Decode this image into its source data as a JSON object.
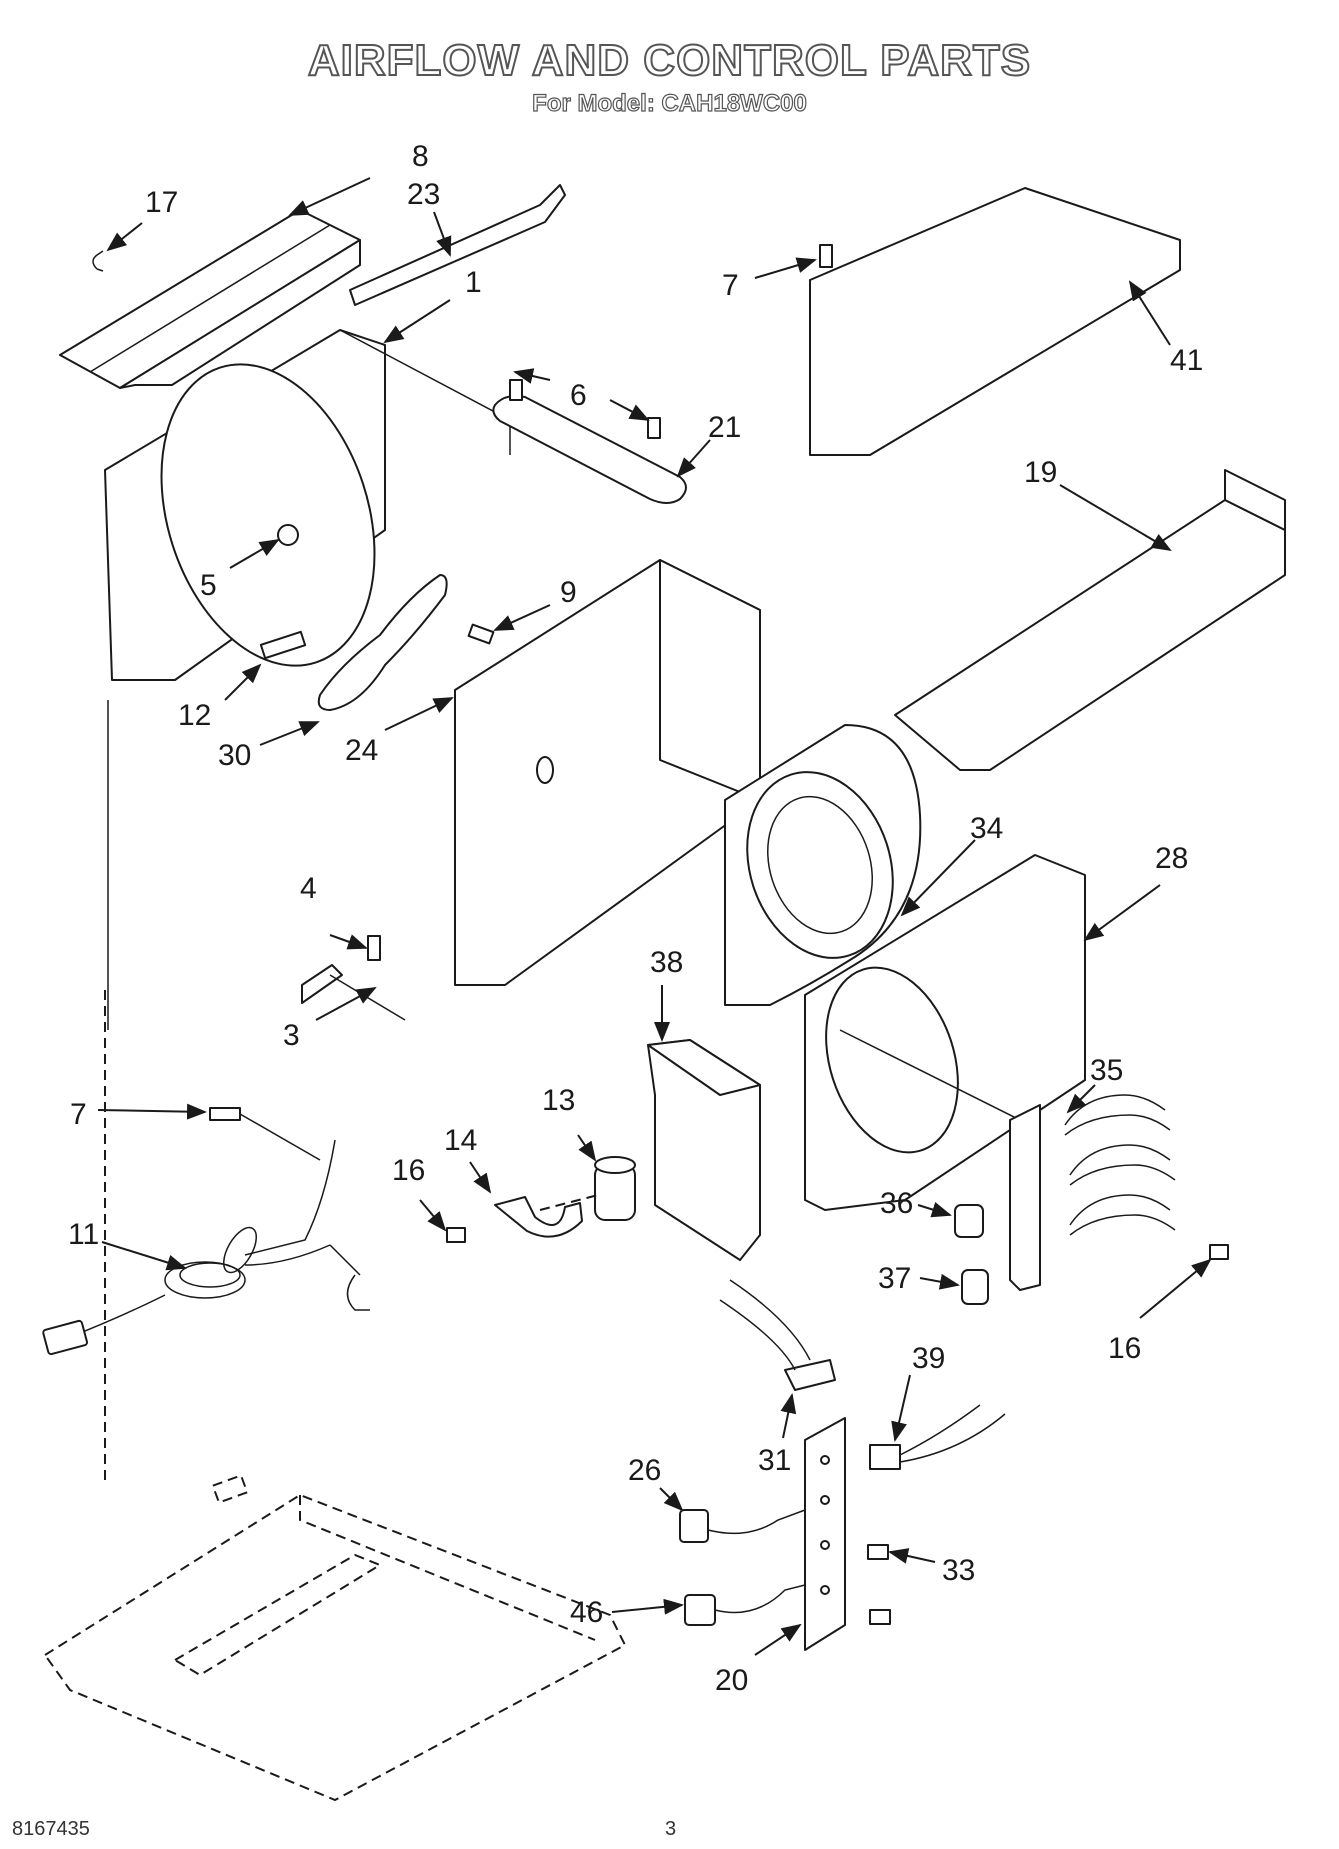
{
  "header": {
    "title": "AIRFLOW AND CONTROL PARTS",
    "subtitle": "For Model: CAH18WC00"
  },
  "footer": {
    "doc_number": "8167435",
    "page_number": "3"
  },
  "callouts": {
    "c8": "8",
    "c17": "17",
    "c23": "23",
    "c1": "1",
    "c7a": "7",
    "c41": "41",
    "c6": "6",
    "c21": "21",
    "c19": "19",
    "c5": "5",
    "c9": "9",
    "c12": "12",
    "c30": "30",
    "c24": "24",
    "c34": "34",
    "c28": "28",
    "c4": "4",
    "c3": "3",
    "c38": "38",
    "c7b": "7",
    "c13": "13",
    "c14": "14",
    "c16a": "16",
    "c35": "35",
    "c11": "11",
    "c36": "36",
    "c37": "37",
    "c16b": "16",
    "c39": "39",
    "c31": "31",
    "c26": "26",
    "c33": "33",
    "c46": "46",
    "c20": "20"
  }
}
